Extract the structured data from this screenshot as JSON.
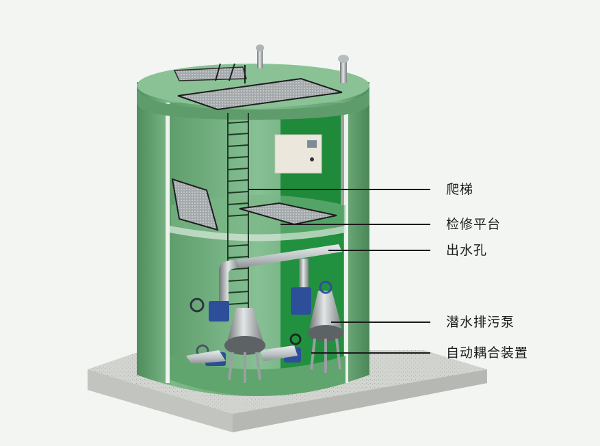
{
  "diagram": {
    "subject": "一体化预制泵站",
    "colors": {
      "background": "#f2f5f1",
      "tank_green": "#5f9e6c",
      "tank_light": "#8fc39a",
      "tank_dark": "#2e7a45",
      "interior_dark": "#1f8a3a",
      "grating": "#a9aeb0",
      "pipe": "#c9cfd1",
      "valve_blue": "#2d4f9a",
      "concrete": "#cfd2cd"
    },
    "labels": [
      {
        "text": "爬梯",
        "target": "ladder"
      },
      {
        "text": "检修平台",
        "target": "maintenance-platform"
      },
      {
        "text": "出水孔",
        "target": "outlet-pipe"
      },
      {
        "text": "潜水排污泵",
        "target": "submersible-pump"
      },
      {
        "text": "自动耦合装置",
        "target": "auto-coupling"
      }
    ]
  }
}
